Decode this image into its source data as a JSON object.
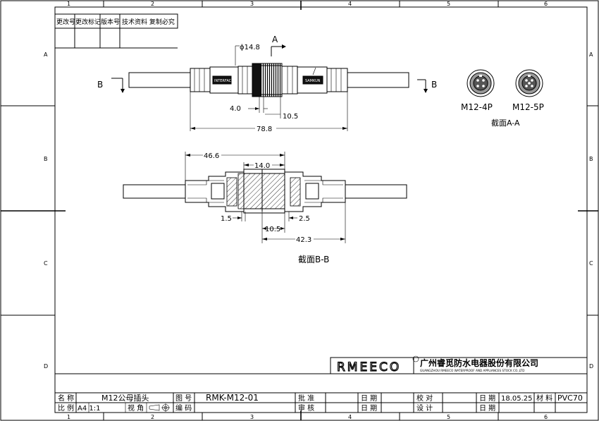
{
  "frame": {
    "columns": [
      "1",
      "2",
      "3",
      "4",
      "5",
      "6"
    ],
    "rows": [
      "A",
      "B",
      "C",
      "D"
    ]
  },
  "revision_table": {
    "headers": [
      "更改号",
      "更改标记",
      "版本号",
      "技术资料 复制必究"
    ]
  },
  "top_view": {
    "section_a_label": "A",
    "section_b_label": "B",
    "left_marking": "INTERFACE",
    "right_marking": "SAMKUN",
    "dims": {
      "diameter": "ϕ14.8",
      "d4": "4.0",
      "d105": "10.5",
      "overall": "78.8"
    }
  },
  "pin_views": {
    "m12_4p": "M12-4P",
    "m12_5p": "M12-5P",
    "caption": "截面A-A"
  },
  "section_view": {
    "dims": {
      "d466": "46.6",
      "d140": "14.0",
      "d15": "1.5",
      "d25": "2.5",
      "d105": "10.5",
      "d423": "42.3"
    },
    "caption": "截面B-B"
  },
  "title_block": {
    "logo": "RMEECO",
    "company_cn": "广州睿觅防水电器股份有限公司",
    "company_en": "GUANGZHOU RMEECO WATERPROOF AND APPLIANCES STOCK CO.,LTD",
    "name_label": "名 称",
    "name_value": "M12公母插头",
    "drawing_no_label": "图 号",
    "drawing_no_value": "RMK-M12-01",
    "approve_label": "批 准",
    "date_label": "日 期",
    "check_label": "校 对",
    "date_value": "18.05.25",
    "material_label": "材 料",
    "material_value": "PVC70",
    "scale_label": "比 例",
    "scale_value": "A4 1:1",
    "view_label": "视 角",
    "code_label": "编 码",
    "review_label": "审 核",
    "design_label": "设 计"
  }
}
